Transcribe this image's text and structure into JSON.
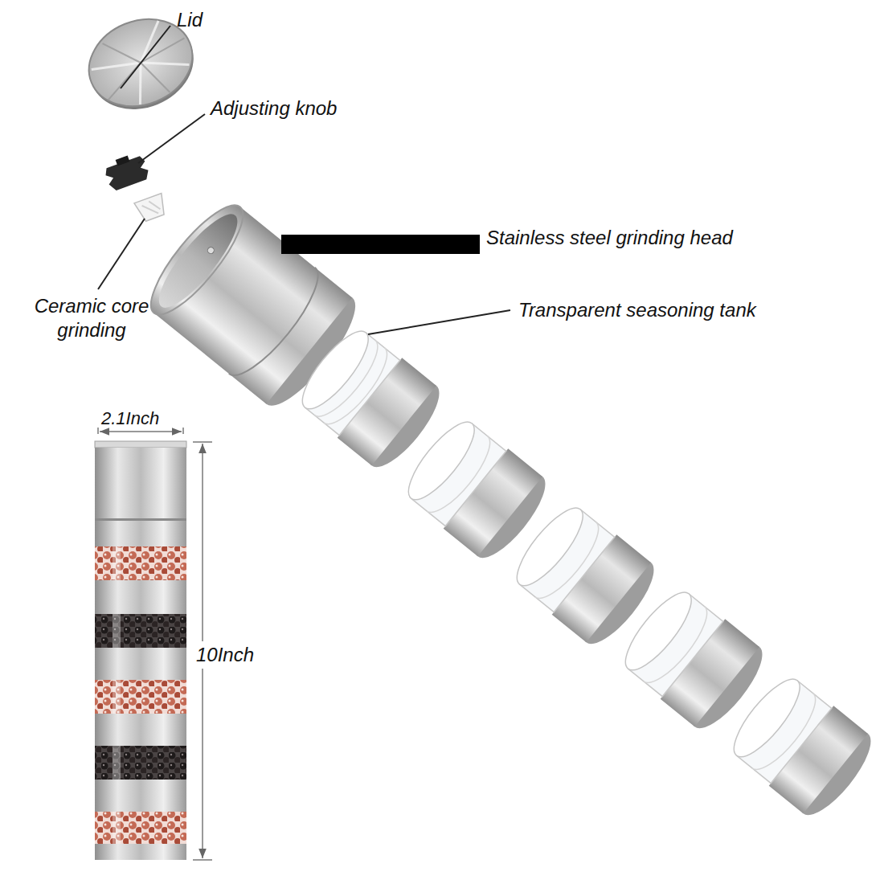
{
  "diagram": {
    "labels": [
      "Lid",
      "Adjusting knob",
      "Ceramic core grinding",
      "Stainless steel grinding head",
      "Transparent seasoning tank",
      "2.1Inch",
      "10Inch"
    ]
  }
}
